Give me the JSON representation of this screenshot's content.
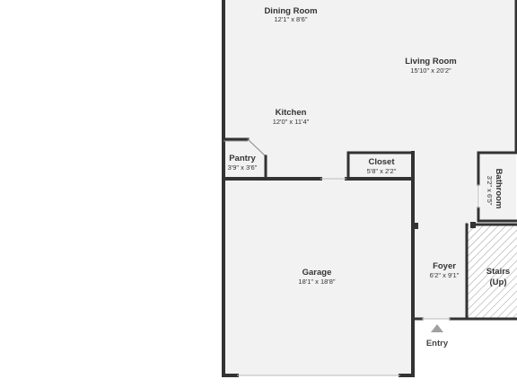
{
  "colors": {
    "wall": "#333333",
    "floor": "#f2f2f2",
    "stairs_hatch": "#9a9a9a",
    "entry_arrow": "#a0a0a0",
    "text": "#333333"
  },
  "rooms": {
    "dining": {
      "name": "Dining Room",
      "dims": "12'1\" x 8'6\""
    },
    "living": {
      "name": "Living Room",
      "dims": "15'10\" x 20'2\""
    },
    "kitchen": {
      "name": "Kitchen",
      "dims": "12'0\" x 11'4\""
    },
    "pantry": {
      "name": "Pantry",
      "dims": "3'9\" x 3'6\""
    },
    "closet": {
      "name": "Closet",
      "dims": "5'8\" x 2'2\""
    },
    "bathroom": {
      "name": "Bathroom",
      "dims": "3'2\" x 6'5\""
    },
    "garage": {
      "name": "Garage",
      "dims": "18'1\" x 18'8\""
    },
    "foyer": {
      "name": "Foyer",
      "dims": "6'2\" x 9'1\""
    },
    "stairs": {
      "name_line1": "Stairs",
      "name_line2": "(Up)"
    }
  },
  "entry": {
    "label": "Entry",
    "icon": "entry-arrow-icon"
  }
}
